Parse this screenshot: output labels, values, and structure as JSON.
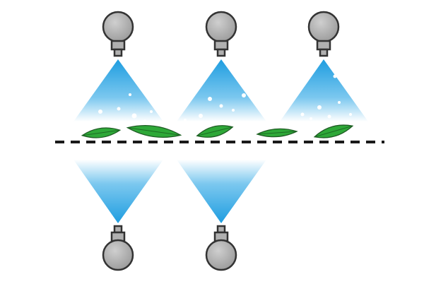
{
  "diagram": {
    "top_nozzle_count": 3,
    "bottom_nozzle_count": 2,
    "leaf_count": 5
  },
  "colors": {
    "spray": "#1e9de0",
    "spray_fade": "#ffffff",
    "nozzle_fill": "#a3a3a3",
    "nozzle_highlight": "#cfcfcf",
    "nozzle_stroke": "#333333",
    "leaf_fill": "#2ea838",
    "leaf_vein": "#1d6b24",
    "leaf_stroke": "#1f5c24",
    "belt_dash": "#1a1a1a"
  },
  "icons": {
    "nozzle": "spray-nozzle-icon",
    "leaf": "leaf-icon",
    "droplet": "droplet-icon"
  }
}
